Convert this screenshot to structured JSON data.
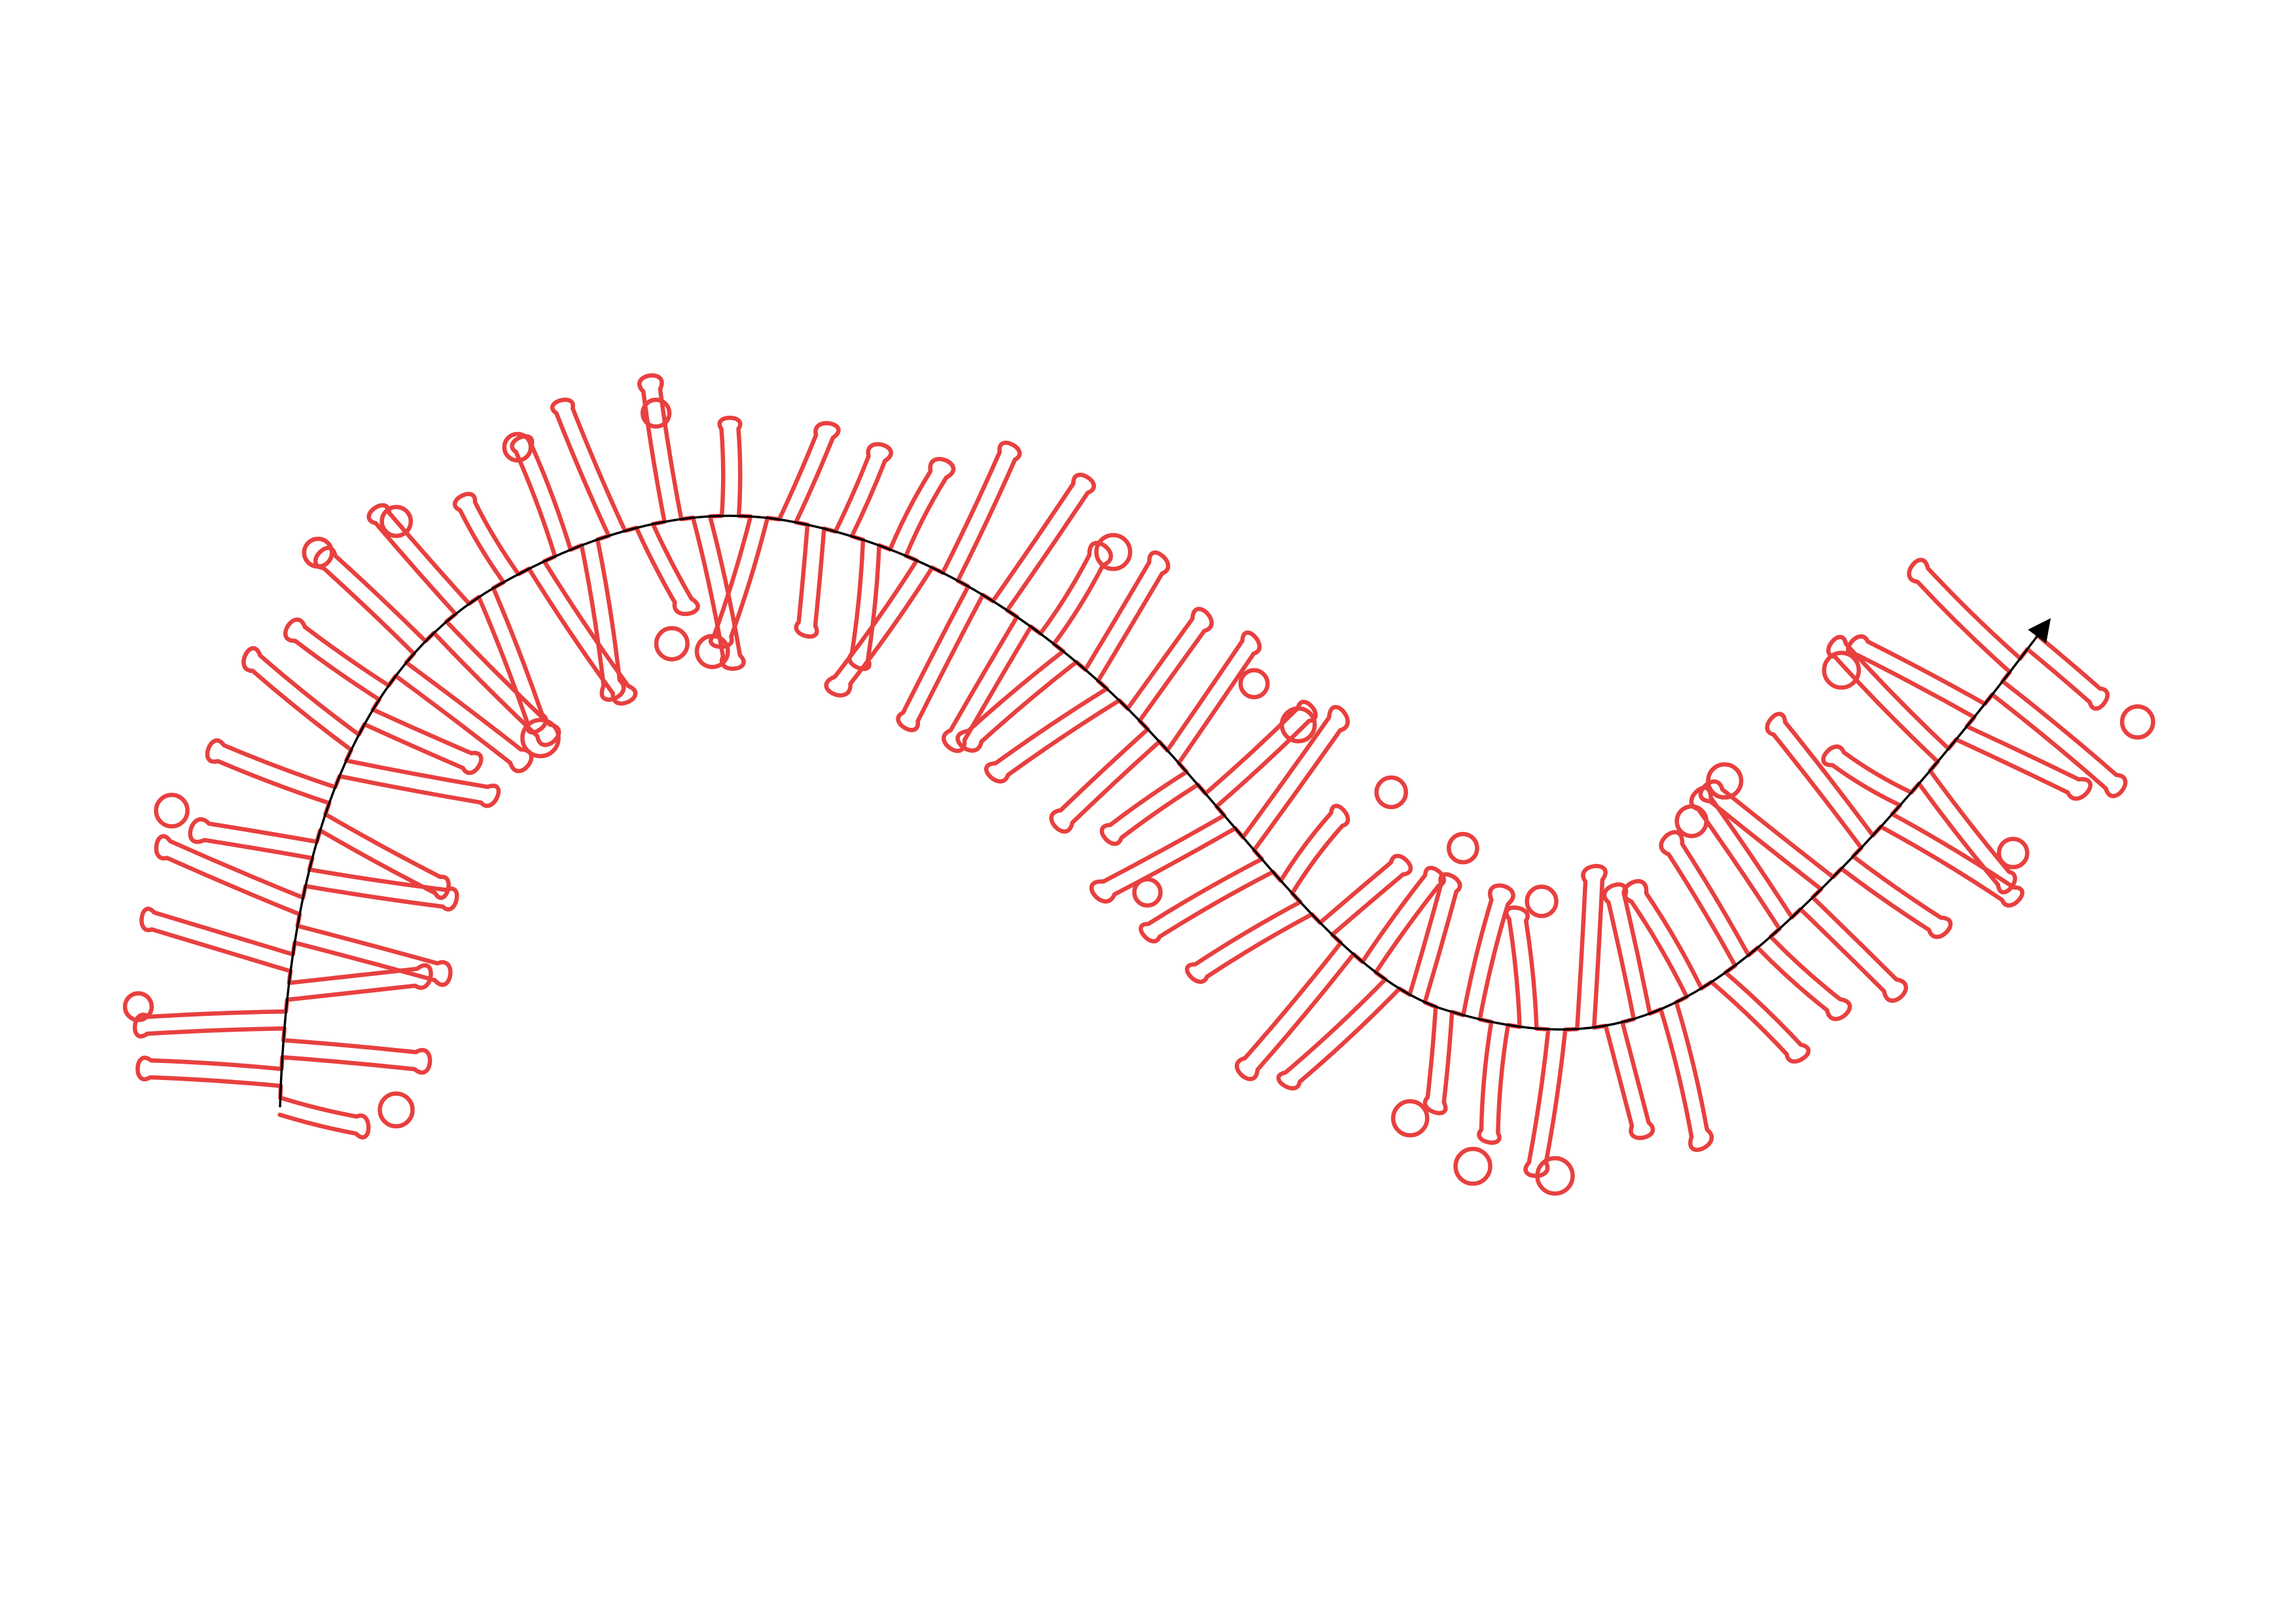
{
  "background_color": "#ffffff",
  "pattern": {
    "color": "#e8403f",
    "style": "meandering single red line that folds into tightly packed finger-like loops with rounded ends and bulb tips"
  },
  "guide": {
    "color": "#000000",
    "style": "thin black curve running along the middle of the pattern",
    "arrowhead": "end"
  }
}
